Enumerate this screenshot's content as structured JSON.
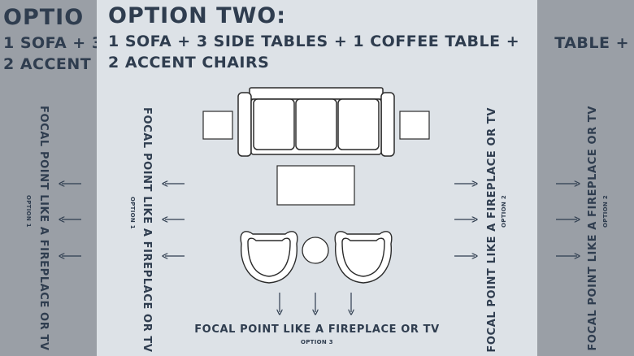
{
  "background_copy": {
    "title_fragment": "OPTIO",
    "line1_fragment": "1 SOFA + 3",
    "line2_fragment": "2 ACCENT",
    "right_line1_fragment": "TABLE +",
    "left_focal_label": "FOCAL POINT LIKE A FIREPLACE OR TV",
    "left_option_label": "OPTION 1",
    "right_focal_label": "FOCAL POINT LIKE A FIREPLACE OR TV",
    "right_option_label": "OPTION 2"
  },
  "main": {
    "title": "OPTION TWO:",
    "subtitle_line1": "1 SOFA + 3 SIDE TABLES + 1 COFFEE TABLE +",
    "subtitle_line2": "2 ACCENT CHAIRS",
    "focal_left": "FOCAL POINT LIKE A FIREPLACE OR TV",
    "option_left": "OPTION 1",
    "focal_right": "FOCAL POINT LIKE A FIREPLACE OR TV",
    "option_right": "OPTION 2",
    "focal_bottom": "FOCAL POINT LIKE A FIREPLACE OR TV",
    "option_bottom": "OPTION 3"
  },
  "colors": {
    "panel_background": "#dde2e7",
    "backdrop": "#9a9fa6",
    "text": "#2f3d4f",
    "furniture_fill": "#ffffff",
    "furniture_stroke": "#2b2b2b"
  }
}
